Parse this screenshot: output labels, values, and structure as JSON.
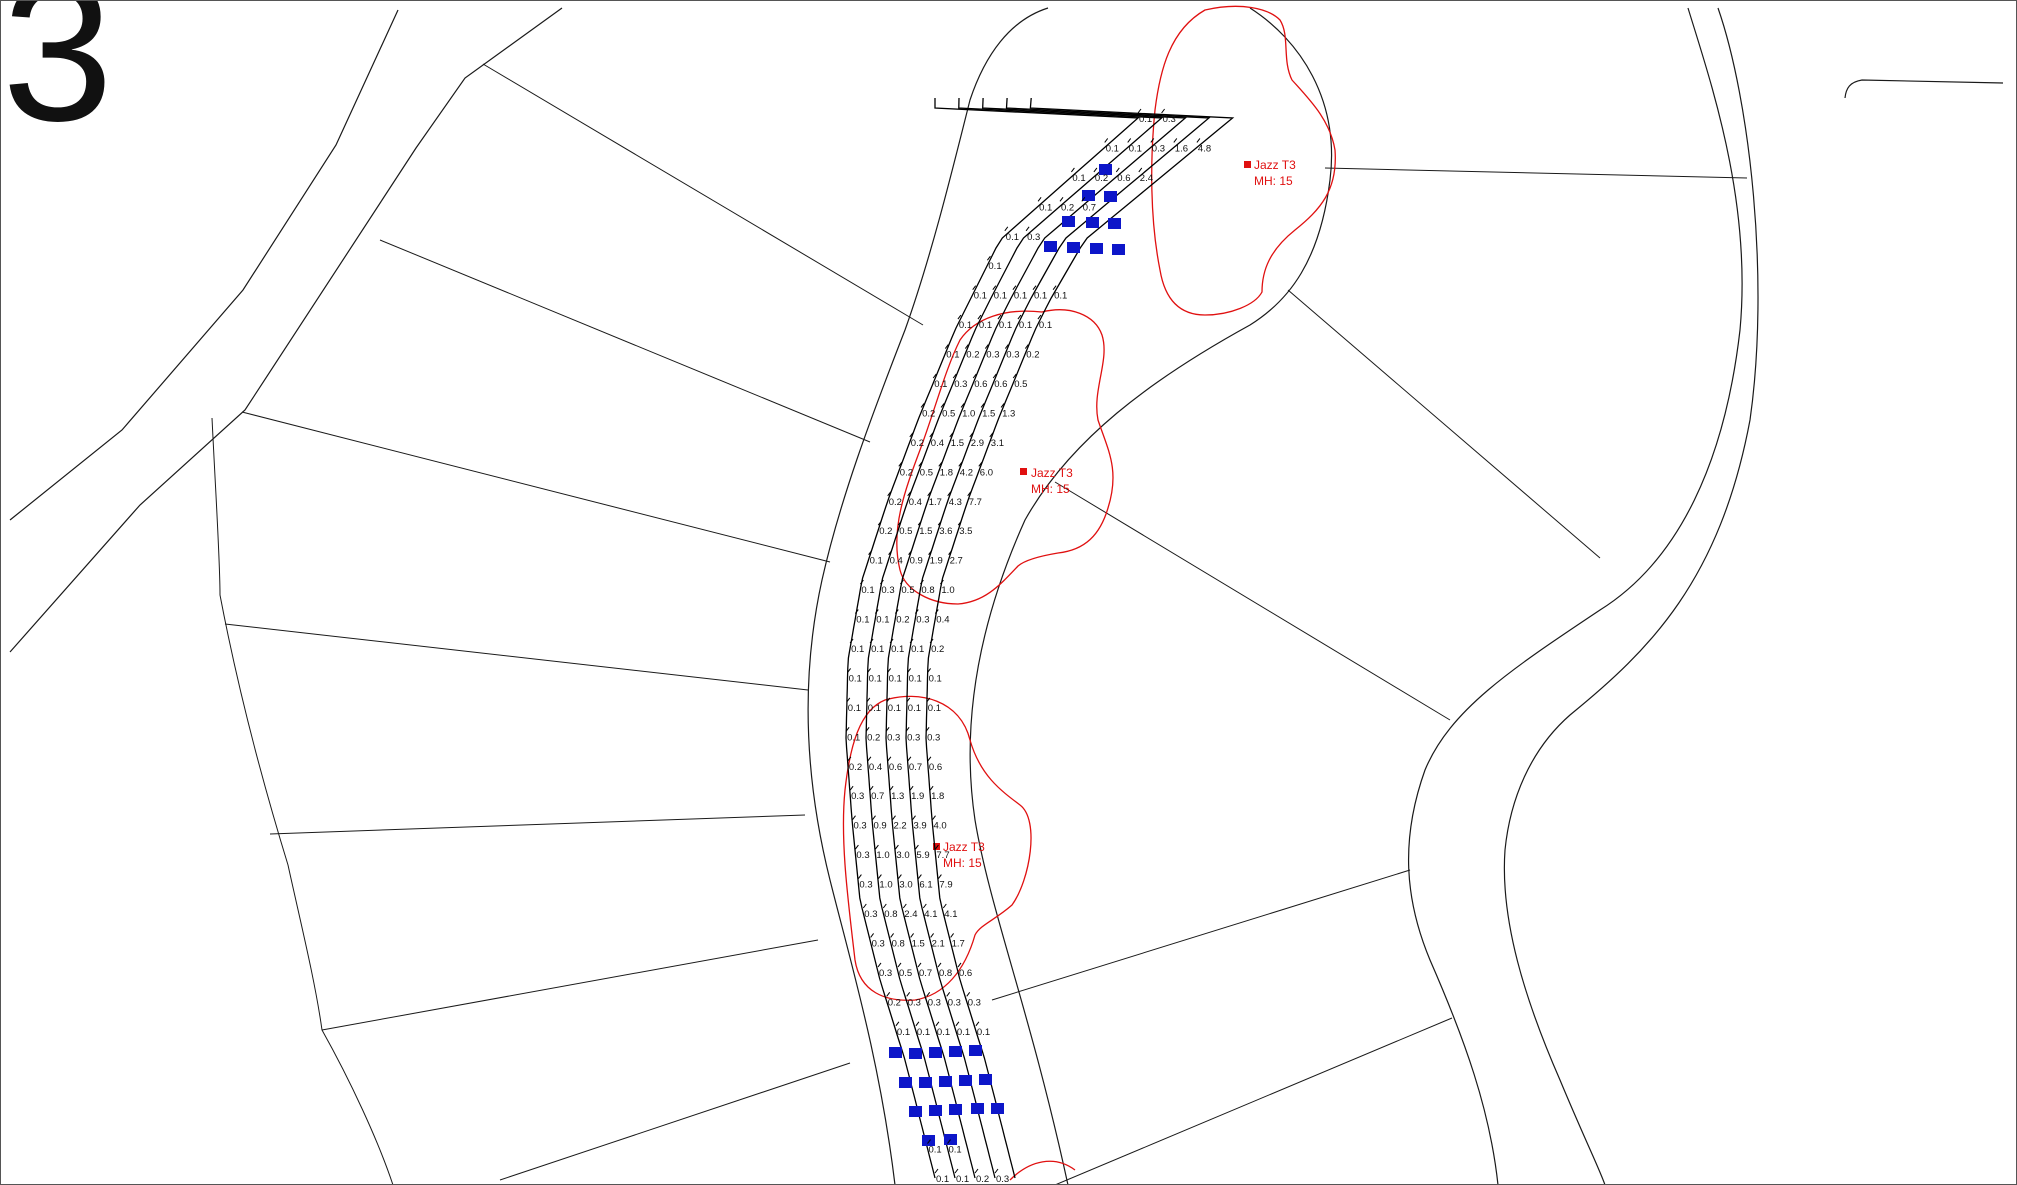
{
  "sheet": {
    "number": "3"
  },
  "colors": {
    "fixture": "#e01010",
    "marker": "#0d16c9",
    "linework": "#1a1a1a"
  },
  "fixtures": [
    {
      "name": "Jazz T3",
      "mh": "MH: 15"
    },
    {
      "name": "Jazz T3",
      "mh": "MH: 15"
    },
    {
      "name": "Jazz T3",
      "mh": "MH: 15"
    }
  ],
  "grid_rows": [
    [
      "0.1",
      "0.3"
    ],
    [
      "0.1",
      "0.1",
      "0.3",
      "1.6",
      "4.8"
    ],
    [
      "0.1",
      "0.2",
      "0.6",
      "2.4"
    ],
    [
      "0.1",
      "0.2",
      "0.7"
    ],
    [
      "0.1",
      "0.3"
    ],
    [
      "0.1"
    ],
    [
      "0.1",
      "0.1",
      "0.1",
      "0.1",
      "0.1"
    ],
    [
      "0.1",
      "0.1",
      "0.1",
      "0.1",
      "0.1"
    ],
    [
      "0.1",
      "0.2",
      "0.3",
      "0.3",
      "0.2"
    ],
    [
      "0.1",
      "0.3",
      "0.6",
      "0.6",
      "0.5"
    ],
    [
      "0.2",
      "0.5",
      "1.0",
      "1.5",
      "1.3"
    ],
    [
      "0.2",
      "0.4",
      "1.5",
      "2.9",
      "3.1"
    ],
    [
      "0.2",
      "0.5",
      "1.8",
      "4.2",
      "6.0"
    ],
    [
      "0.2",
      "0.4",
      "1.7",
      "4.3",
      "7.7"
    ],
    [
      "0.2",
      "0.5",
      "1.5",
      "3.6",
      "3.5"
    ],
    [
      "0.1",
      "0.4",
      "0.9",
      "1.9",
      "2.7"
    ],
    [
      "0.1",
      "0.3",
      "0.5",
      "0.8",
      "1.0"
    ],
    [
      "0.1",
      "0.1",
      "0.2",
      "0.3",
      "0.4"
    ],
    [
      "0.1",
      "0.1",
      "0.1",
      "0.1",
      "0.2"
    ],
    [
      "0.1",
      "0.1",
      "0.1",
      "0.1",
      "0.1"
    ],
    [
      "0.1",
      "0.1",
      "0.1",
      "0.1",
      "0.1"
    ],
    [
      "0.1",
      "0.2",
      "0.3",
      "0.3",
      "0.3"
    ],
    [
      "0.2",
      "0.4",
      "0.6",
      "0.7",
      "0.6"
    ],
    [
      "0.3",
      "0.7",
      "1.3",
      "1.9",
      "1.8"
    ],
    [
      "0.3",
      "0.9",
      "2.2",
      "3.9",
      "4.0"
    ],
    [
      "0.3",
      "1.0",
      "3.0",
      "5.9",
      "7.7"
    ],
    [
      "0.3",
      "1.0",
      "3.0",
      "6.1",
      "7.9"
    ],
    [
      "0.3",
      "0.8",
      "2.4",
      "4.1",
      "4.1"
    ],
    [
      "0.3",
      "0.8",
      "1.5",
      "2.1",
      "1.7"
    ],
    [
      "0.3",
      "0.5",
      "0.7",
      "0.8",
      "0.6"
    ],
    [
      "0.2",
      "0.3",
      "0.3",
      "0.3",
      "0.3"
    ],
    [
      "0.1",
      "0.1",
      "0.1",
      "0.1",
      "0.1"
    ],
    [],
    [],
    [],
    [
      "0.1",
      "0.1"
    ],
    [
      "0.1",
      "0.1",
      "0.2",
      "0.3"
    ]
  ]
}
